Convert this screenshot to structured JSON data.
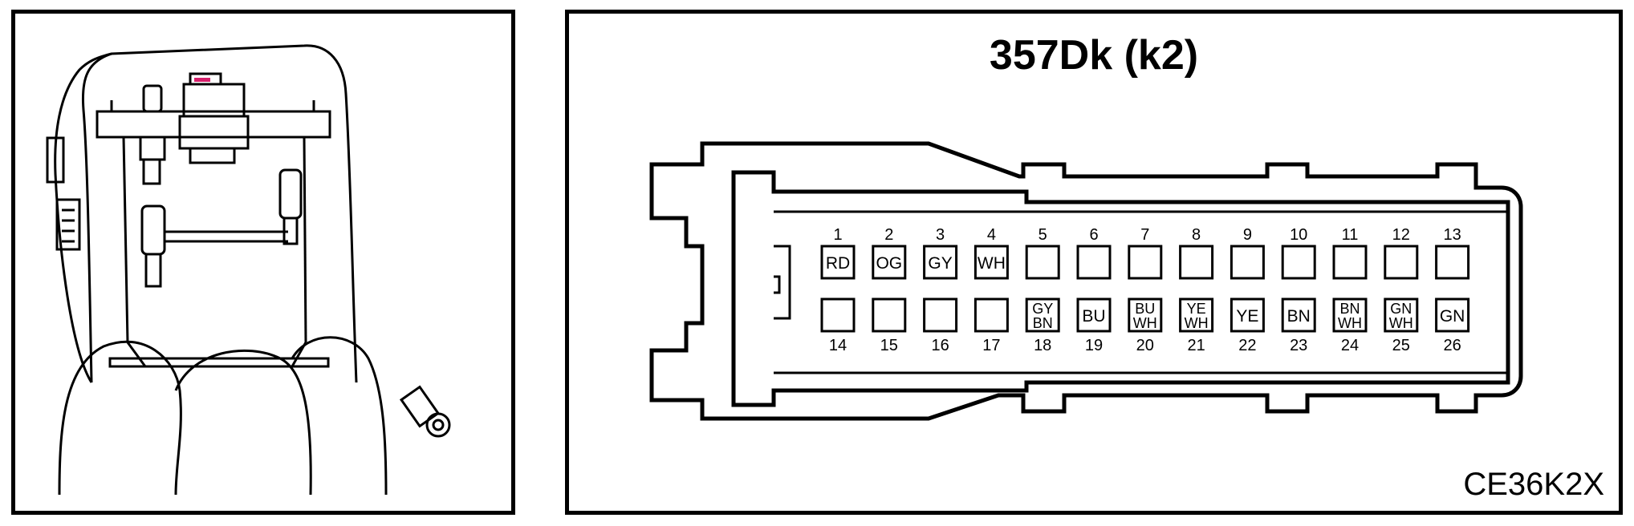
{
  "title": "357Dk (k2)",
  "figure_code": "CE36K2X",
  "colors": {
    "line": "#000000",
    "background": "#ffffff",
    "connector_tab": "#d61f6b"
  },
  "connector": {
    "top_row": [
      {
        "pin": "1",
        "wire": [
          "RD"
        ]
      },
      {
        "pin": "2",
        "wire": [
          "OG"
        ]
      },
      {
        "pin": "3",
        "wire": [
          "GY"
        ]
      },
      {
        "pin": "4",
        "wire": [
          "WH"
        ]
      },
      {
        "pin": "5",
        "wire": []
      },
      {
        "pin": "6",
        "wire": []
      },
      {
        "pin": "7",
        "wire": []
      },
      {
        "pin": "8",
        "wire": []
      },
      {
        "pin": "9",
        "wire": []
      },
      {
        "pin": "10",
        "wire": []
      },
      {
        "pin": "11",
        "wire": []
      },
      {
        "pin": "12",
        "wire": []
      },
      {
        "pin": "13",
        "wire": []
      }
    ],
    "bottom_row": [
      {
        "pin": "14",
        "wire": []
      },
      {
        "pin": "15",
        "wire": []
      },
      {
        "pin": "16",
        "wire": []
      },
      {
        "pin": "17",
        "wire": []
      },
      {
        "pin": "18",
        "wire": [
          "GY",
          "BN"
        ]
      },
      {
        "pin": "19",
        "wire": [
          "BU"
        ]
      },
      {
        "pin": "20",
        "wire": [
          "BU",
          "WH"
        ]
      },
      {
        "pin": "21",
        "wire": [
          "YE",
          "WH"
        ]
      },
      {
        "pin": "22",
        "wire": [
          "YE"
        ]
      },
      {
        "pin": "23",
        "wire": [
          "BN"
        ]
      },
      {
        "pin": "24",
        "wire": [
          "BN",
          "WH"
        ]
      },
      {
        "pin": "25",
        "wire": [
          "GN",
          "WH"
        ]
      },
      {
        "pin": "26",
        "wire": [
          "GN"
        ]
      }
    ]
  }
}
